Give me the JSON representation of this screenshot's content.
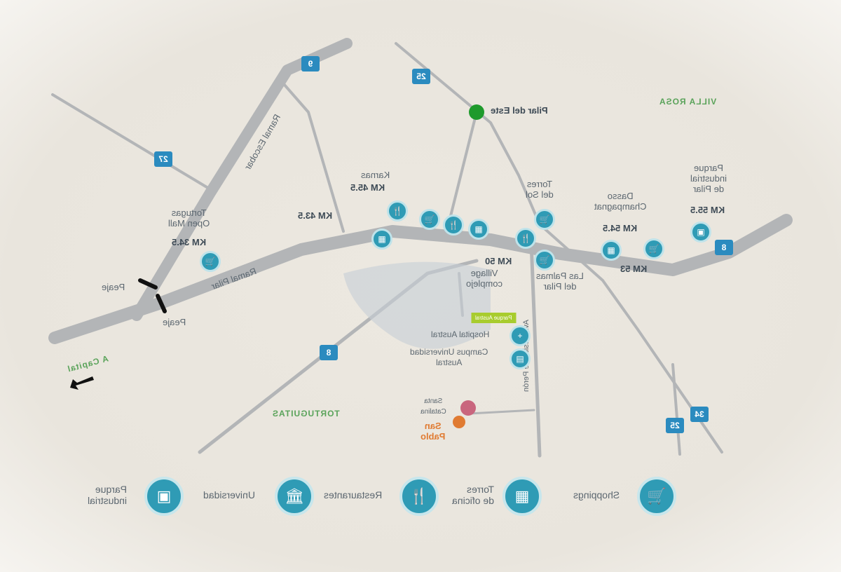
{
  "places": {
    "pilar_del_este": "Pilar del Este",
    "villa_rosa": "VILLA ROSA",
    "parque_industrial": "Parque\nindustrial\nde Pilar",
    "parque_industrial_km": "KM 55.5",
    "dasso": "Dasso\nChampagnat",
    "dasso_km": "KM 54.5",
    "torres_del_sol": "Torres\ndel Sol",
    "karnas": "Karnas",
    "karnas_km": "KM 45.5",
    "km_43": "KM 43.5",
    "tortugas": "Tortugas\nOpen Mall",
    "tortugas_km": "KM 34.5",
    "ramal_escobar": "Ramal Escobar",
    "ramal_pilar": "Ramal Pilar",
    "peaje_1": "Peaje",
    "peaje_2": "Peaje",
    "a_capital": "A Capital",
    "tortuguitas": "TORTUGUITAS",
    "km_50": "KM 50",
    "village": "Village\ncomplejo",
    "km_53": "KM 53",
    "las_palmas": "Las Palmas\ndel Pilar",
    "hospital": "Hospital Austral",
    "campus": "Campus Universidad\nAustral",
    "santa_clara": "Santa\nCatalina",
    "san_pablo": "San\nPablo",
    "av_peron": "Av. Presidente Perón",
    "parque_austral_tag": "Parque Austral"
  },
  "routes": [
    "9",
    "27",
    "25",
    "8",
    "8",
    "25",
    "34"
  ],
  "legend": [
    {
      "label": "Parque\nindustrial",
      "icon": "factory-icon"
    },
    {
      "label": "Universidad",
      "icon": "university-icon"
    },
    {
      "label": "Restaurantes",
      "icon": "fork-knife-icon"
    },
    {
      "label": "Torres\nde oficina",
      "icon": "office-tower-icon"
    },
    {
      "label": "Shoppings",
      "icon": "shopping-cart-icon"
    }
  ],
  "colors": {
    "road": "#a9abad",
    "poi": "#2f9bb5",
    "route_shield": "#2b8bbf",
    "green": "#5aa35a",
    "orange": "#e07b32",
    "pink": "#c9667e",
    "dot_green": "#1f9a2c"
  }
}
